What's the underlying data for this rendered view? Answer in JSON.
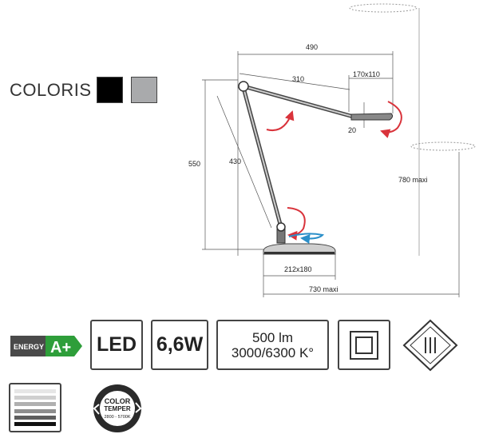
{
  "coloris": {
    "label": "COLORIS",
    "swatches": [
      {
        "name": "black",
        "color": "#000000"
      },
      {
        "name": "grey",
        "color": "#a9aaac"
      }
    ]
  },
  "dimensions": {
    "overall_width": "490",
    "upper_arm": "310",
    "head_size": "170x110",
    "head_thickness": "20",
    "height": "550",
    "lower_arm": "430",
    "max_height": "780 maxi",
    "base_size": "212x180",
    "max_reach": "730 maxi"
  },
  "badges": {
    "energy_label": "ENERGY",
    "energy_class": "A+",
    "led": "LED",
    "power": "6,6W",
    "lumens": "500 lm",
    "color_temp": "3000/6300 K°",
    "color_temper_title": "COLOR",
    "color_temper_sub": "TEMPER",
    "color_temper_range": "2800 - 5700K"
  },
  "colors": {
    "energy_green": "#2e9e3a",
    "rotation_arrow": "#d9333b",
    "swivel_arrow": "#2b8fc9"
  },
  "icons": [
    "class-ii-icon",
    "dimmer-icon",
    "color-temperature-icon",
    "double-insulation-icon"
  ]
}
